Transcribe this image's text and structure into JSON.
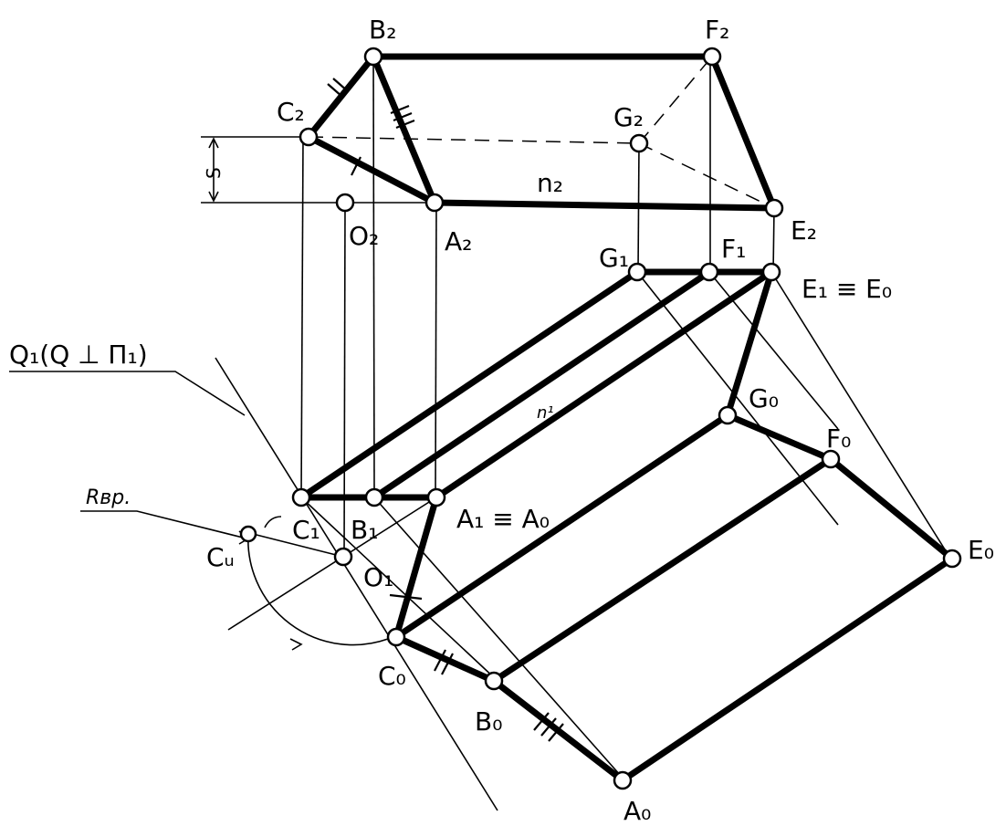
{
  "labels": {
    "B2": "B₂",
    "F2": "F₂",
    "C2": "C₂",
    "G2": "G₂",
    "E2": "E₂",
    "A2": "A₂",
    "O2": "O₂",
    "n2": "n₂",
    "S": "S",
    "G1": "G₁",
    "F1": "F₁",
    "E1": "E₁ ≡ E₀",
    "Q1": "Q₁(Q ⊥ Π₁)",
    "n1": "n¹",
    "Go": "G₀",
    "Fo": "F₀",
    "Eo": "E₀",
    "Rvr": "Rвр.",
    "C1": "C₁",
    "B1": "B₁",
    "A1": "A₁ ≡ A₀",
    "Cu": "Cᵤ",
    "O1": "O₁",
    "Co": "C₀",
    "Bo": "B₀",
    "Ao": "A₀"
  }
}
